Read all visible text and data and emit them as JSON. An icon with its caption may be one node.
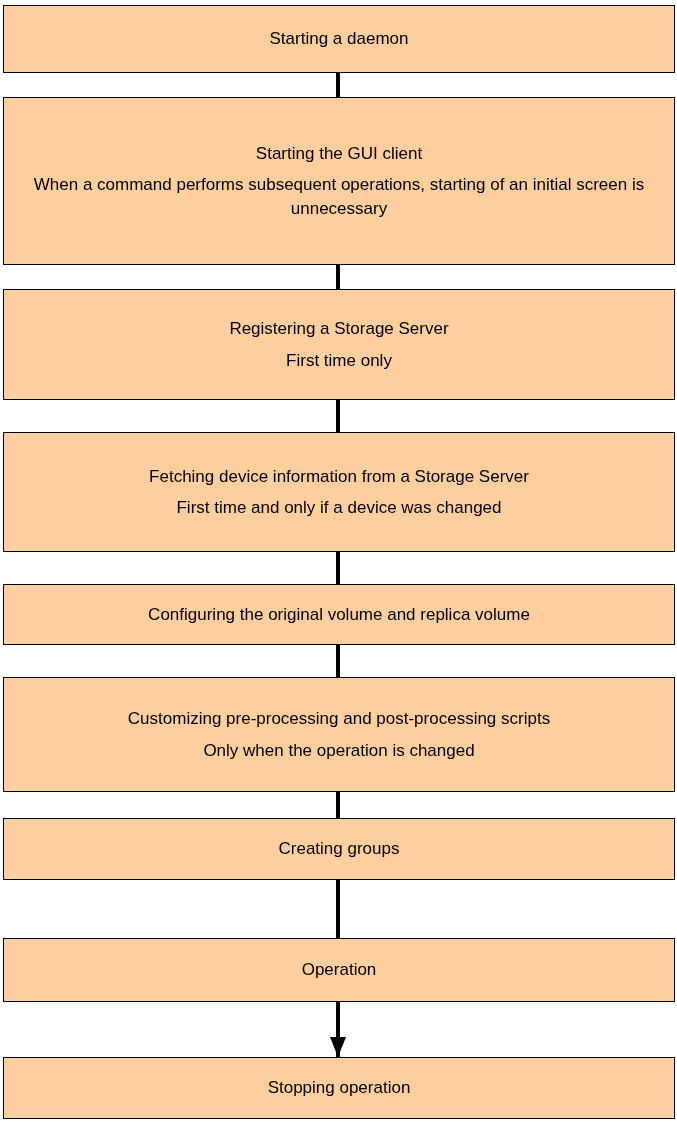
{
  "diagram": {
    "nodes": [
      {
        "text": [
          "Starting a daemon"
        ]
      },
      {
        "text": [
          "Starting the GUI client",
          "When a command performs subsequent operations, starting of an initial screen is unnecessary"
        ]
      },
      {
        "text": [
          "Registering a Storage Server",
          "First time only"
        ]
      },
      {
        "text": [
          "Fetching device information from a Storage Server",
          "First time and only if a device was changed"
        ]
      },
      {
        "text": [
          "Configuring the original volume and replica volume"
        ]
      },
      {
        "text": [
          "Customizing pre-processing and post-processing scripts",
          "Only when the operation is changed"
        ]
      },
      {
        "text": [
          "Creating groups"
        ]
      },
      {
        "text": [
          "Operation"
        ]
      },
      {
        "text": [
          "Stopping operation"
        ]
      }
    ],
    "edges": [
      {
        "from": 0,
        "to": 1,
        "arrow": "none"
      },
      {
        "from": 1,
        "to": 2,
        "arrow": "none"
      },
      {
        "from": 2,
        "to": 3,
        "arrow": "none"
      },
      {
        "from": 3,
        "to": 4,
        "arrow": "none"
      },
      {
        "from": 4,
        "to": 5,
        "arrow": "none"
      },
      {
        "from": 5,
        "to": 6,
        "arrow": "none"
      },
      {
        "from": 6,
        "to": 7,
        "arrow": "none"
      },
      {
        "from": 7,
        "to": 8,
        "arrow": "to"
      }
    ]
  }
}
